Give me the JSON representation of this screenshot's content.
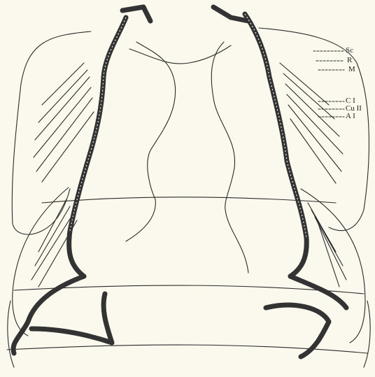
{
  "figure": {
    "labels": {
      "sc": "Sc",
      "r": "R",
      "m": "M",
      "c1": "C I",
      "cu2": "Cu II",
      "a1": "A I"
    }
  },
  "colors": {
    "paper": "#fbf9ee",
    "ink": "#1f1f1f",
    "trachea_fill": "#3a3a3a"
  }
}
